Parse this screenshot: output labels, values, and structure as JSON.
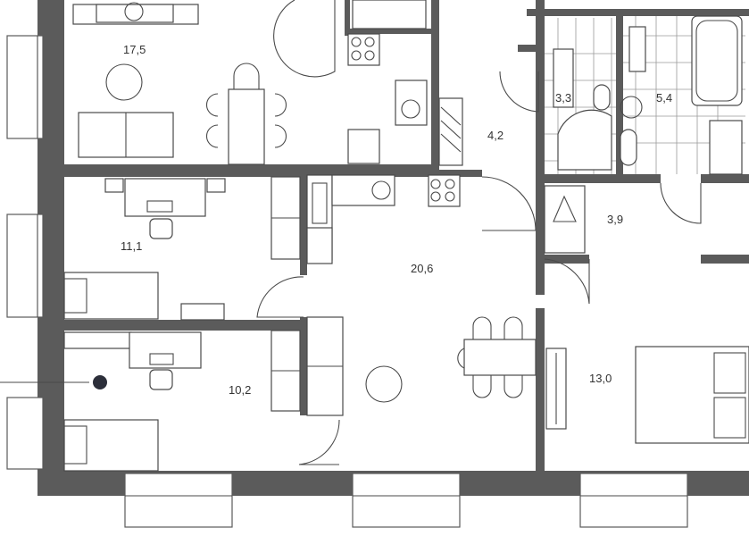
{
  "rooms": [
    {
      "id": "living-kitchen-top",
      "area": "17,5"
    },
    {
      "id": "hallway",
      "area": "4,2"
    },
    {
      "id": "bathroom-small",
      "area": "3,3"
    },
    {
      "id": "bathroom-large",
      "area": "5,4"
    },
    {
      "id": "bedroom-11",
      "area": "11,1"
    },
    {
      "id": "wardrobe",
      "area": "3,9"
    },
    {
      "id": "living-kitchen-main",
      "area": "20,6"
    },
    {
      "id": "bedroom-10",
      "area": "10,2"
    },
    {
      "id": "bedroom-master",
      "area": "13,0"
    }
  ],
  "colors": {
    "wall": "#5b5b5b",
    "marker": "#2c2f3a"
  }
}
